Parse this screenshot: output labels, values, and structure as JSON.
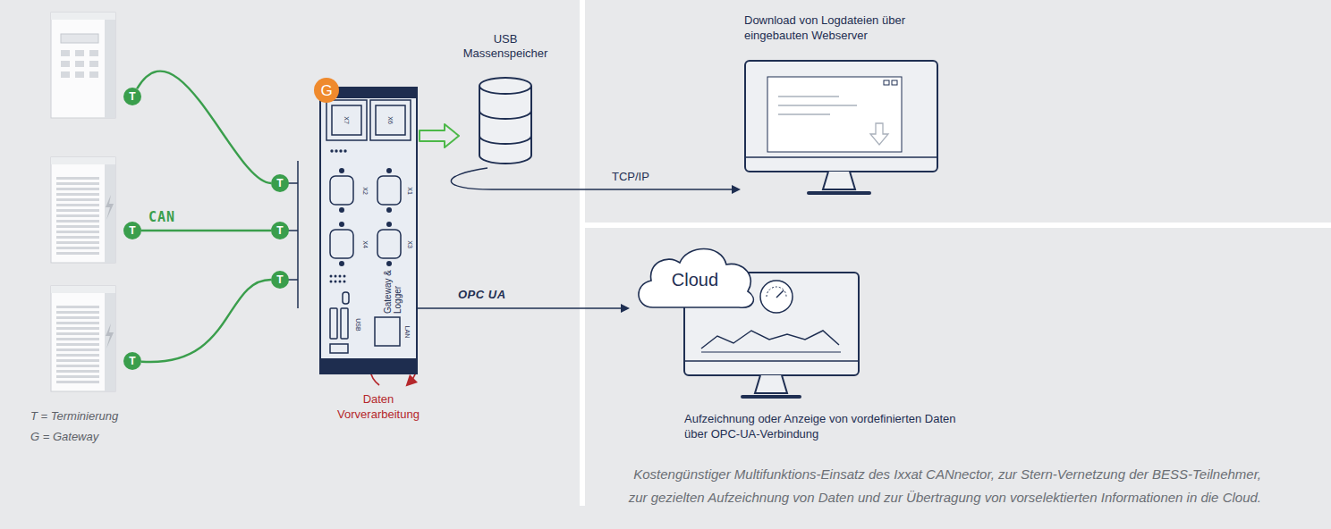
{
  "diagram": {
    "caption": "Kostengünstiger Multifunktions-Einsatz des Ixxat CANnector, zur Stern-Vernetzung der BESS-Teilnehmer, zur gezielten Aufzeichnung von Daten und zur Übertragung von vorselektierten Informationen in die Cloud.",
    "nodes": [
      {
        "text": [
          "Gateway & Logger"
        ]
      },
      {
        "text": [
          "G"
        ]
      },
      {
        "text": [
          "T"
        ]
      },
      {
        "text": [
          "T"
        ]
      },
      {
        "text": [
          "T"
        ]
      },
      {
        "text": [
          "T"
        ]
      },
      {
        "text": [
          "T"
        ]
      },
      {
        "text": [
          "T"
        ]
      },
      {
        "text": [
          "USB Massenspeicher"
        ]
      },
      {
        "text": [
          "Download von Logdateien über eingebauten Webserver"
        ]
      },
      {
        "text": [
          "Cloud"
        ]
      },
      {
        "text": [
          "Aufzeichnung oder Anzeige von vordefinierten Daten über OPC-UA-Verbindung"
        ]
      }
    ],
    "edges": [
      {
        "from": 2,
        "to": 5,
        "arrow": "none"
      },
      {
        "from": 3,
        "to": 6,
        "arrow": "none",
        "label": "CAN"
      },
      {
        "from": 4,
        "to": 7,
        "arrow": "none"
      },
      {
        "from": 0,
        "to": 8,
        "arrow": "to"
      },
      {
        "from": 8,
        "to": 9,
        "arrow": "to",
        "label": "TCP/IP"
      },
      {
        "from": 0,
        "to": 10,
        "arrow": "to",
        "label": "OPC UA"
      }
    ],
    "labels": [
      "X7",
      "X6",
      "X2",
      "X1",
      "X4",
      "X3",
      "USB",
      "LAN",
      "Daten Vorverarbeitung",
      "T = Terminierung",
      "G = Gateway"
    ]
  }
}
